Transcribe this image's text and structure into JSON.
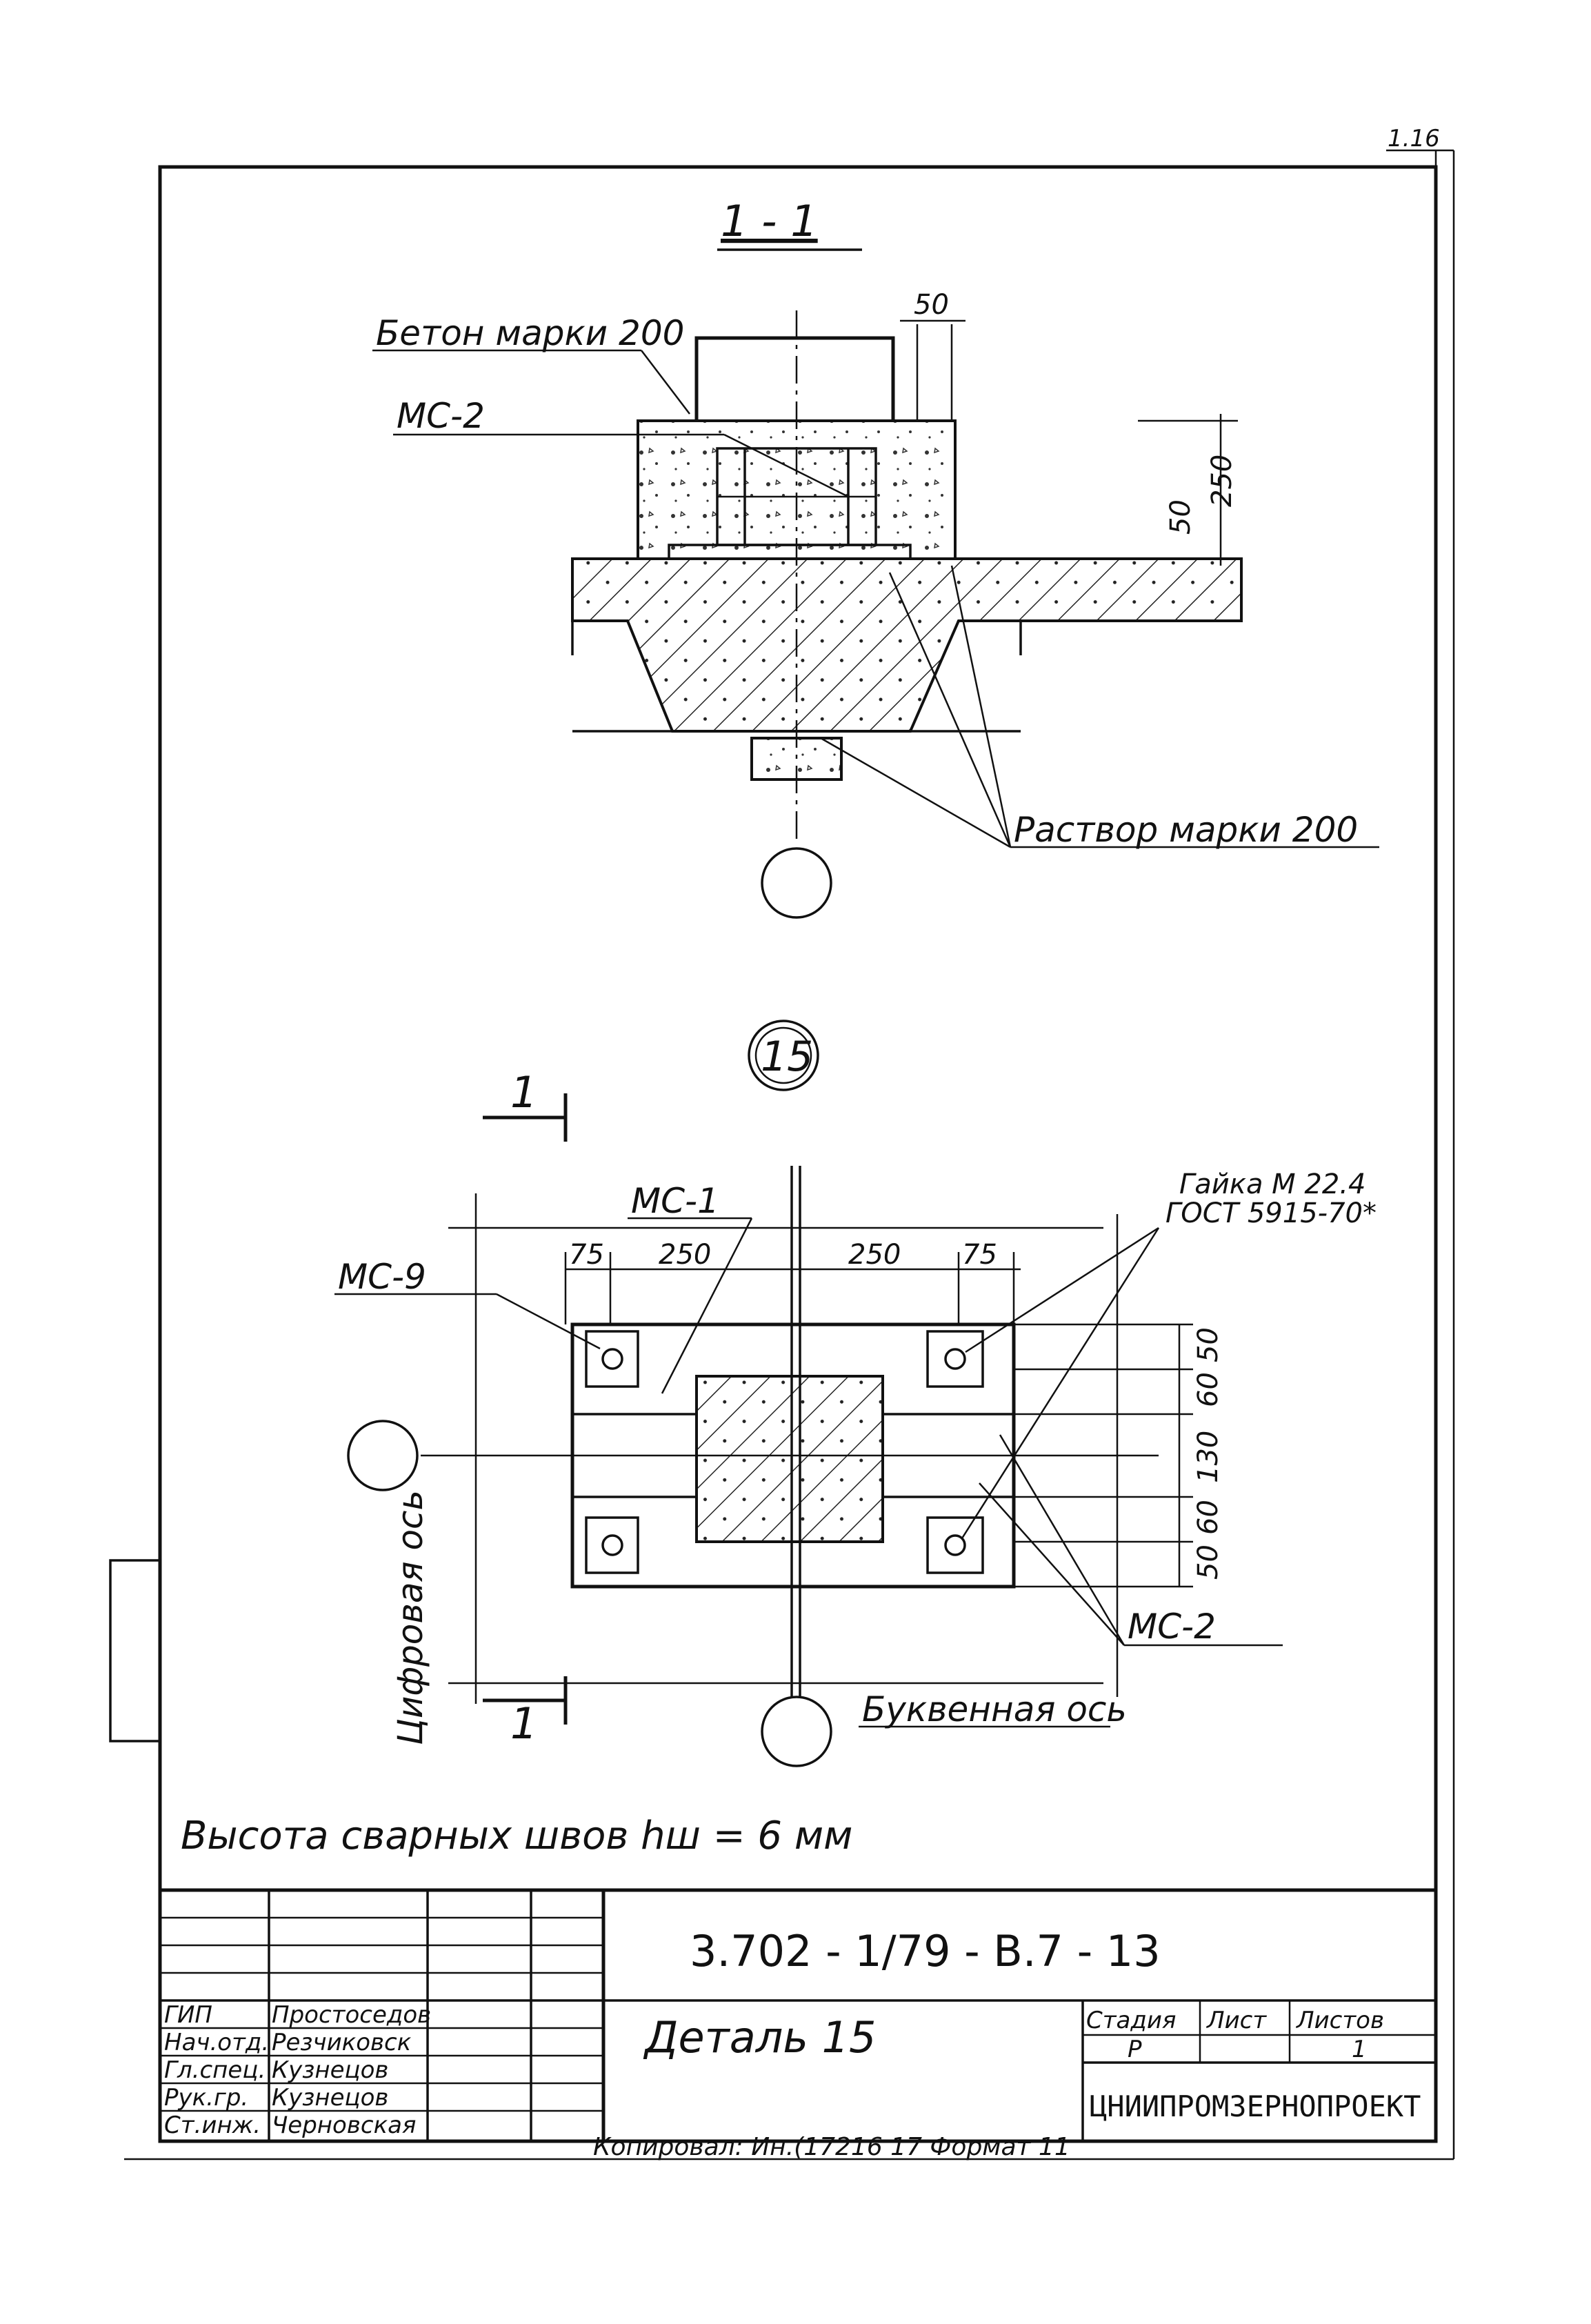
{
  "sheet": {
    "page_number": "1.16"
  },
  "section": {
    "title": "1 - 1",
    "label_concrete": "Бетон марки 200",
    "label_mc2": "МС-2",
    "label_mortar": "Раствор марки 200",
    "dim_50_top": "50",
    "dim_250": "250",
    "dim_50_side": "50"
  },
  "plan": {
    "detail_number": "15",
    "section_mark_top": "1",
    "section_mark_bottom": "1",
    "label_mc1": "МС-1",
    "label_mc9": "МС-9",
    "label_nut_line1": "Гайка М 22.4",
    "label_nut_line2": "ГОСТ 5915-70*",
    "label_mc2": "МС-2",
    "label_digital_axis": "Цифровая ось",
    "label_letter_axis": "Буквенная ось",
    "dims_top": [
      "75",
      "250",
      "250",
      "75"
    ],
    "dims_right": [
      "50",
      "60",
      "130",
      "60",
      "50"
    ]
  },
  "note": {
    "weld_height": "Высота сварных швов hш = 6 мм"
  },
  "title_block": {
    "code": "3.702 - 1/79 - В.7 - 13",
    "title": "Деталь 15",
    "stage_header": "Стадия",
    "sheet_header": "Лист",
    "sheets_header": "Листов",
    "stage_value": "Р",
    "sheets_value": "1",
    "organization": "ЦНИИПРОМЗЕРНОПРОЕКТ",
    "roles": [
      "ГИП",
      "Нач.отд.",
      "Гл.спец.",
      "Рук.гр.",
      "Ст.инж."
    ],
    "names": [
      "Простоседов",
      "Резчиковск",
      "Кузнецов",
      "Кузнецов",
      "Черновская"
    ],
    "footer": "Копировал:            Ин.(17216       17      Формат 11"
  }
}
